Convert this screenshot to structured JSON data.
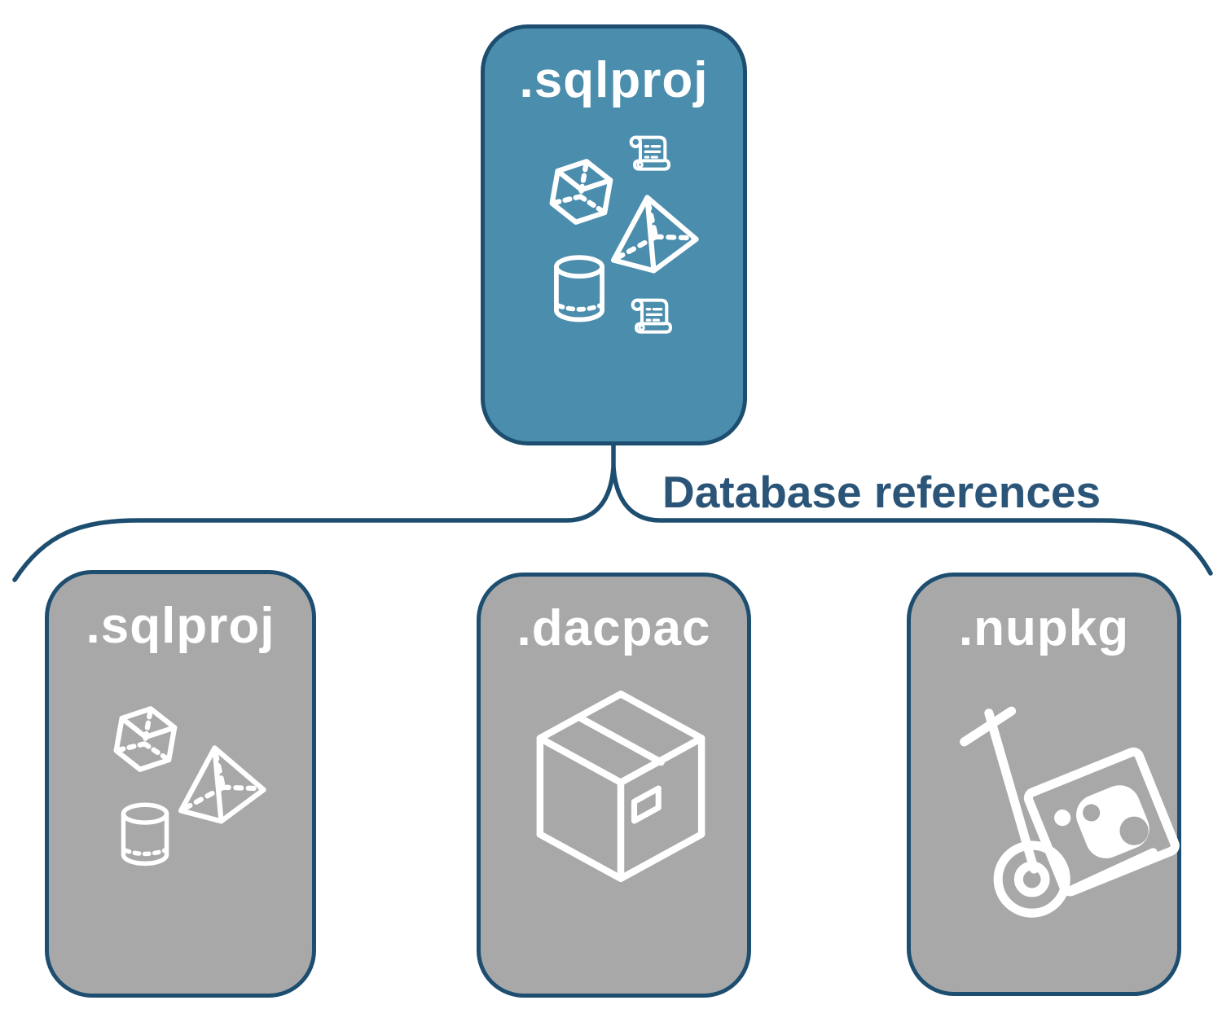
{
  "diagram": {
    "root_node": {
      "label": ".sqlproj",
      "icons": [
        "cube",
        "sql-script",
        "pyramid",
        "cylinder",
        "sql-script"
      ]
    },
    "connector": {
      "label": "Database references"
    },
    "child_nodes": [
      {
        "label": ".sqlproj",
        "icons": [
          "cube",
          "pyramid",
          "cylinder"
        ]
      },
      {
        "label": ".dacpac",
        "icons": [
          "package-box"
        ]
      },
      {
        "label": ".nupkg",
        "icons": [
          "nuget-hand-truck"
        ]
      }
    ],
    "colors": {
      "root_node_fill": "#4b8dac",
      "child_node_fill": "#a8a8a8",
      "node_border_and_lines": "#1d4e70",
      "node_label_text": "#ffffff",
      "connector_label_text": "#2a5578",
      "icon_stroke": "#ffffff"
    }
  }
}
